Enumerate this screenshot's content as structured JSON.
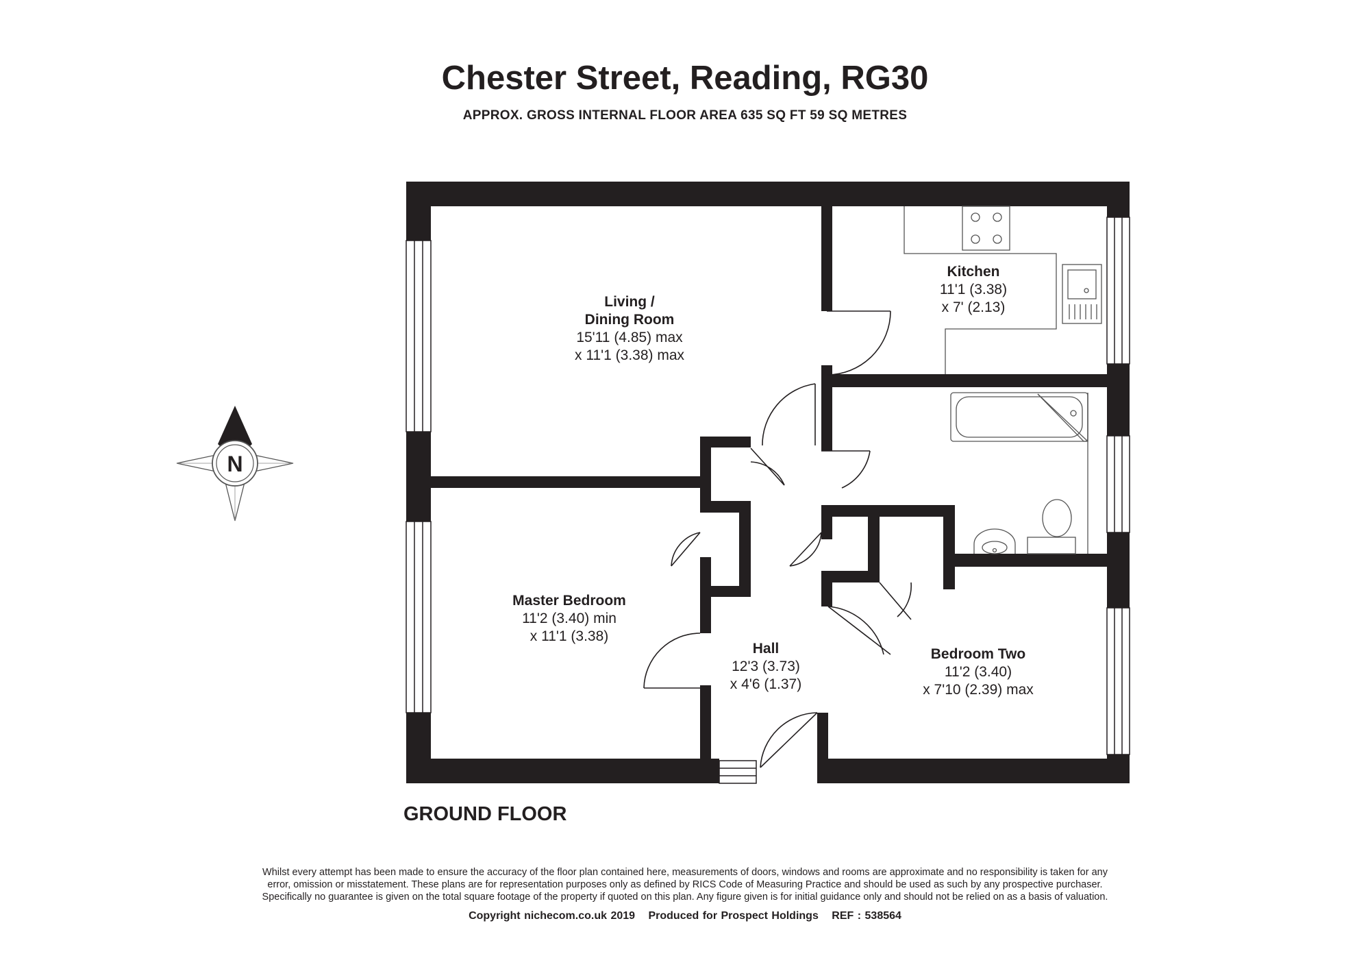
{
  "header": {
    "title": "Chester Street, Reading, RG30",
    "subtitle": "APPROX. GROSS INTERNAL FLOOR AREA 635 SQ FT 59 SQ METRES"
  },
  "compass": {
    "label": "N"
  },
  "rooms": {
    "living": {
      "name_line1": "Living /",
      "name_line2": "Dining Room",
      "dim1": "15'11 (4.85) max",
      "dim2": "x 11'1 (3.38) max"
    },
    "kitchen": {
      "name": "Kitchen",
      "dim1": "11'1 (3.38)",
      "dim2": "x 7' (2.13)"
    },
    "master": {
      "name": "Master Bedroom",
      "dim1": "11'2 (3.40) min",
      "dim2": "x 11'1 (3.38)"
    },
    "hall": {
      "name": "Hall",
      "dim1": "12'3 (3.73)",
      "dim2": "x 4'6 (1.37)"
    },
    "bedroom2": {
      "name": "Bedroom Two",
      "dim1": "11'2 (3.40)",
      "dim2": "x 7'10 (2.39) max"
    }
  },
  "floor_label": "GROUND FLOOR",
  "footer": {
    "disclaimer_1": "Whilst every attempt has been made to ensure the accuracy of the floor plan contained here, measurements of doors, windows and rooms are approximate and no responsibility is taken for any",
    "disclaimer_2": "error, omission or misstatement. These plans are for representation purposes only as defined by RICS Code of Measuring Practice and should be used as such by any prospective purchaser.",
    "disclaimer_3": "Specifically no guarantee is given on the total square footage of the property if quoted on this plan. Any figure given is for initial guidance only and should not be relied on as a basis of valuation.",
    "copyright": "Copyright nichecom.co.uk 2019",
    "produced_for": "Produced for Prospect Holdings",
    "ref": "REF : 538564"
  },
  "colors": {
    "wall": "#231f20",
    "text": "#231f20",
    "fixture_line": "#555555",
    "background": "#ffffff"
  }
}
